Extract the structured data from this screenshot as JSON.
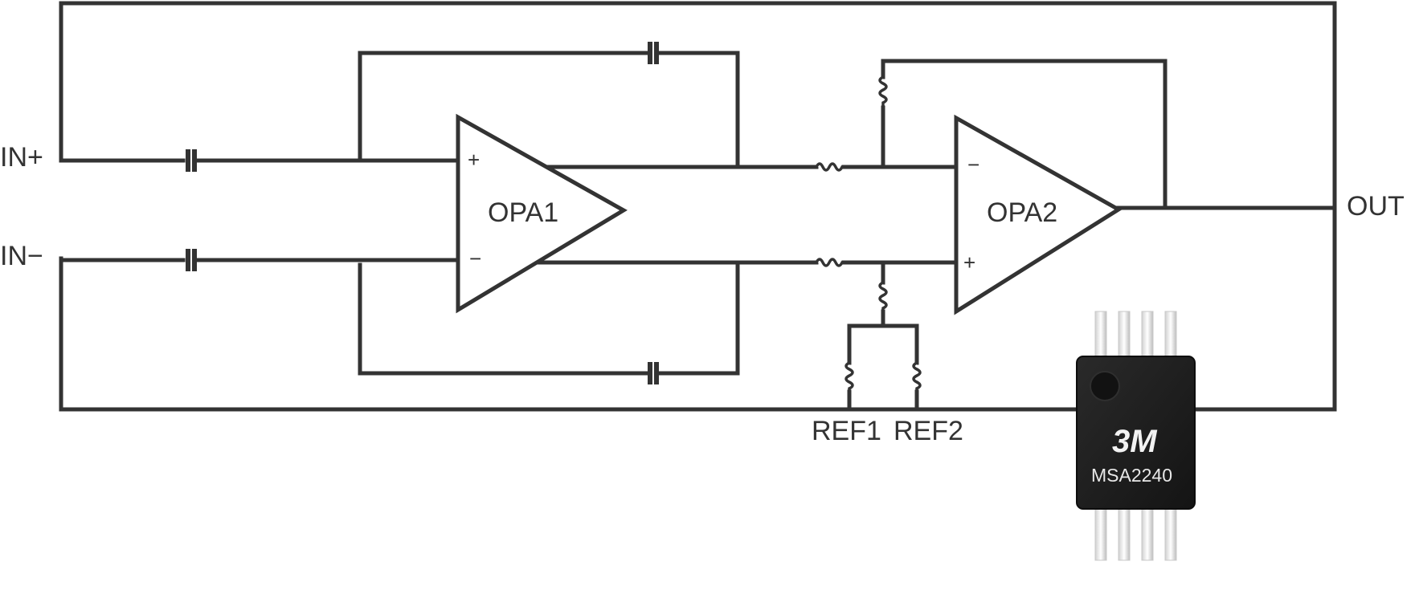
{
  "inputs": {
    "in_plus": "IN+",
    "in_minus": "IN−"
  },
  "output": "OUT",
  "opamps": [
    {
      "label": "OPA1",
      "top_pin": "+",
      "bottom_pin": "−"
    },
    {
      "label": "OPA2",
      "top_pin": "−",
      "bottom_pin": "+"
    }
  ],
  "references": [
    "REF1",
    "REF2"
  ],
  "chip": {
    "part_number": "MSA2240",
    "logo": "3M"
  },
  "colors": {
    "wire": "#333333",
    "chip_body": "#1c1c1c",
    "chip_text": "#e8e8e8"
  }
}
